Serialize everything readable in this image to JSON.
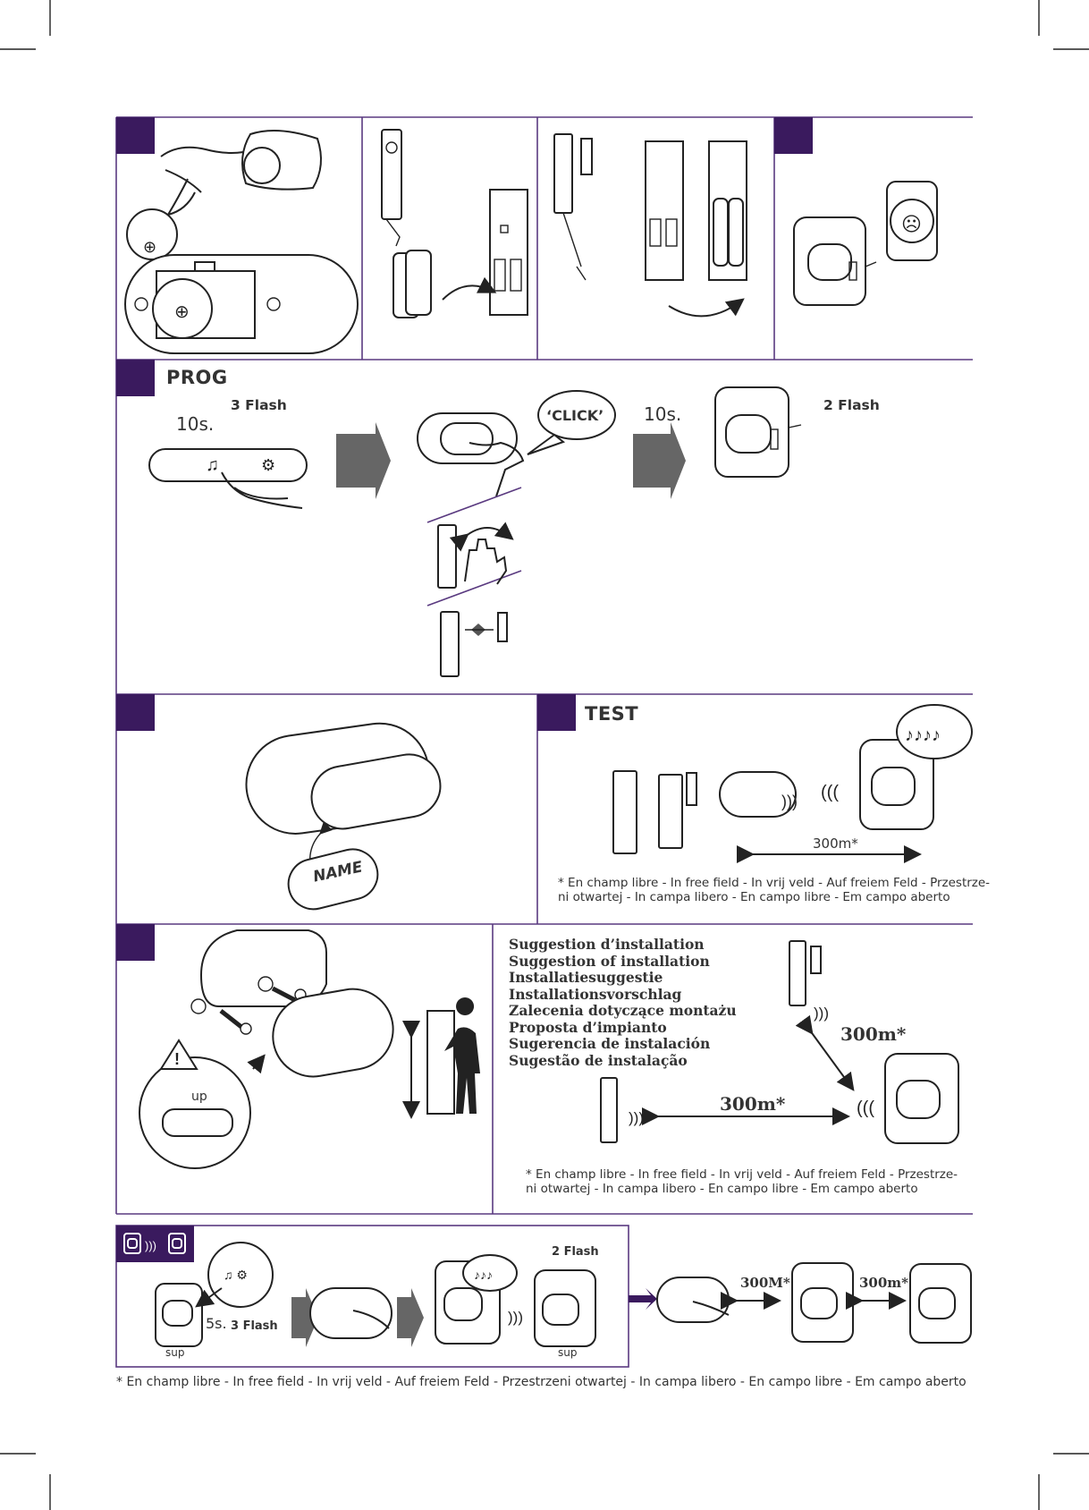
{
  "colors": {
    "accent": "#3a1a5e",
    "rule": "#5a3a80",
    "arrow": "#666666",
    "ink": "#222222"
  },
  "icons": [
    "battery-icon",
    "coin-cell-icon",
    "wall-socket-icon",
    "music-note-icon",
    "light-icon",
    "hand-icon",
    "door-sensor-icon",
    "warning-icon",
    "person-icon",
    "radio-wave-icon",
    "chime-icon"
  ],
  "section2": {
    "title": "PROG",
    "flash_left": "3 Flash",
    "secs_left": "10s.",
    "click_bubble": "‘CLICK’",
    "secs_right": "10s.",
    "flash_right": "2 Flash"
  },
  "section3": {
    "name_tag": "NAME",
    "test_title": "TEST",
    "range": "300m*",
    "note_line1": "* En champ libre - In free field - In vrij veld - Auf freiem Feld - Przestrze-",
    "note_line2": "ni otwartej - In campa libero - En campo libre - Em campo aberto"
  },
  "section4": {
    "up_label": "up",
    "suggestions": [
      "Suggestion d’installation",
      "Suggestion of installation",
      "Installatiesuggestie",
      "Installationsvorschlag",
      "Zalecenia dotyczące montażu",
      "Proposta d’impianto",
      "Sugerencia de instalación",
      "Sugestão de instalação"
    ],
    "range_diagonal": "300m*",
    "range_horizontal": "300m*",
    "note_line1": "* En champ libre - In free field - In vrij veld - Auf freiem Feld - Przestrze-",
    "note_line2": "ni otwartej - In campa libero - En campo libre - Em campo aberto"
  },
  "section5": {
    "flash_top": "2 Flash",
    "secs": "5s.",
    "flash_bottom": "3 Flash",
    "sup_left": "sup",
    "sup_right": "sup",
    "range_1": "300M*",
    "range_2": "300m*"
  },
  "footer_note": "* En champ libre - In free field - In vrij veld - Auf freiem Feld - Przestrzeni otwartej - In campa libero - En campo libre - Em campo aberto"
}
